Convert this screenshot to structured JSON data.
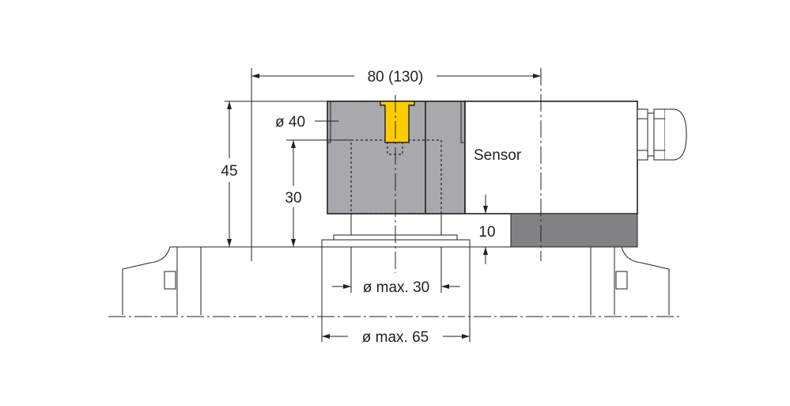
{
  "labels": {
    "width": "80 (130)",
    "height_total": "45",
    "height_30": "30",
    "diameter_40": "ø 40",
    "sensor": "Sensor",
    "gap_10": "10",
    "dia_max_30": "ø max. 30",
    "dia_max_65": "ø max. 65"
  },
  "colors": {
    "actuator_grey": "#a7a9ac",
    "sensor_dark_grey": "#808285",
    "bolt_yellow": "#ffcc00"
  }
}
